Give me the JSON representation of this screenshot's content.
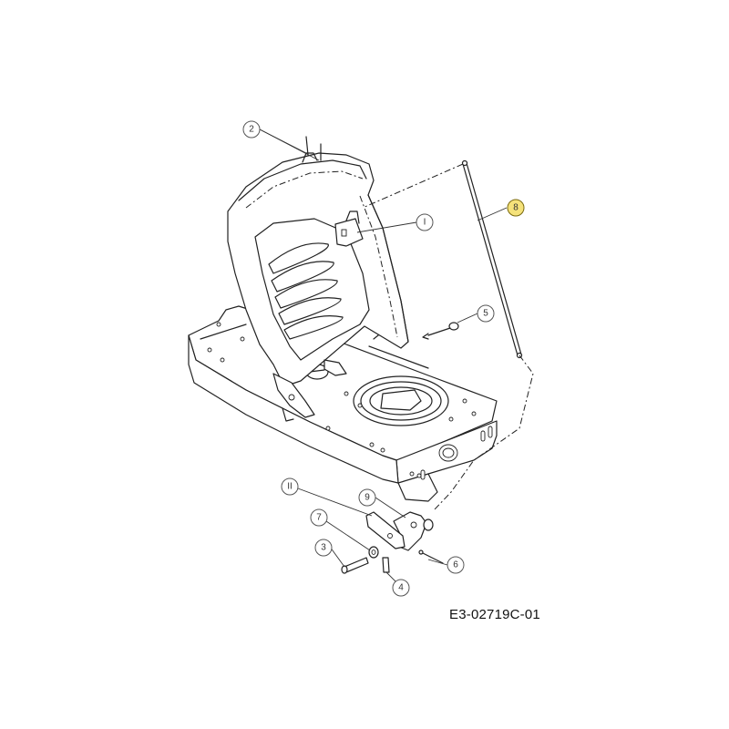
{
  "figure_code": "E3-02719C-01",
  "callouts": [
    {
      "id": "callout-2",
      "label": "2"
    },
    {
      "id": "callout-1",
      "label": "I"
    },
    {
      "id": "callout-8",
      "label": "8",
      "highlight": "#f5e27a"
    },
    {
      "id": "callout-5",
      "label": "5"
    },
    {
      "id": "callout-11",
      "label": "II"
    },
    {
      "id": "callout-9",
      "label": "9"
    },
    {
      "id": "callout-7",
      "label": "7"
    },
    {
      "id": "callout-3",
      "label": "3"
    },
    {
      "id": "callout-6",
      "label": "6"
    },
    {
      "id": "callout-4",
      "label": "4"
    }
  ]
}
